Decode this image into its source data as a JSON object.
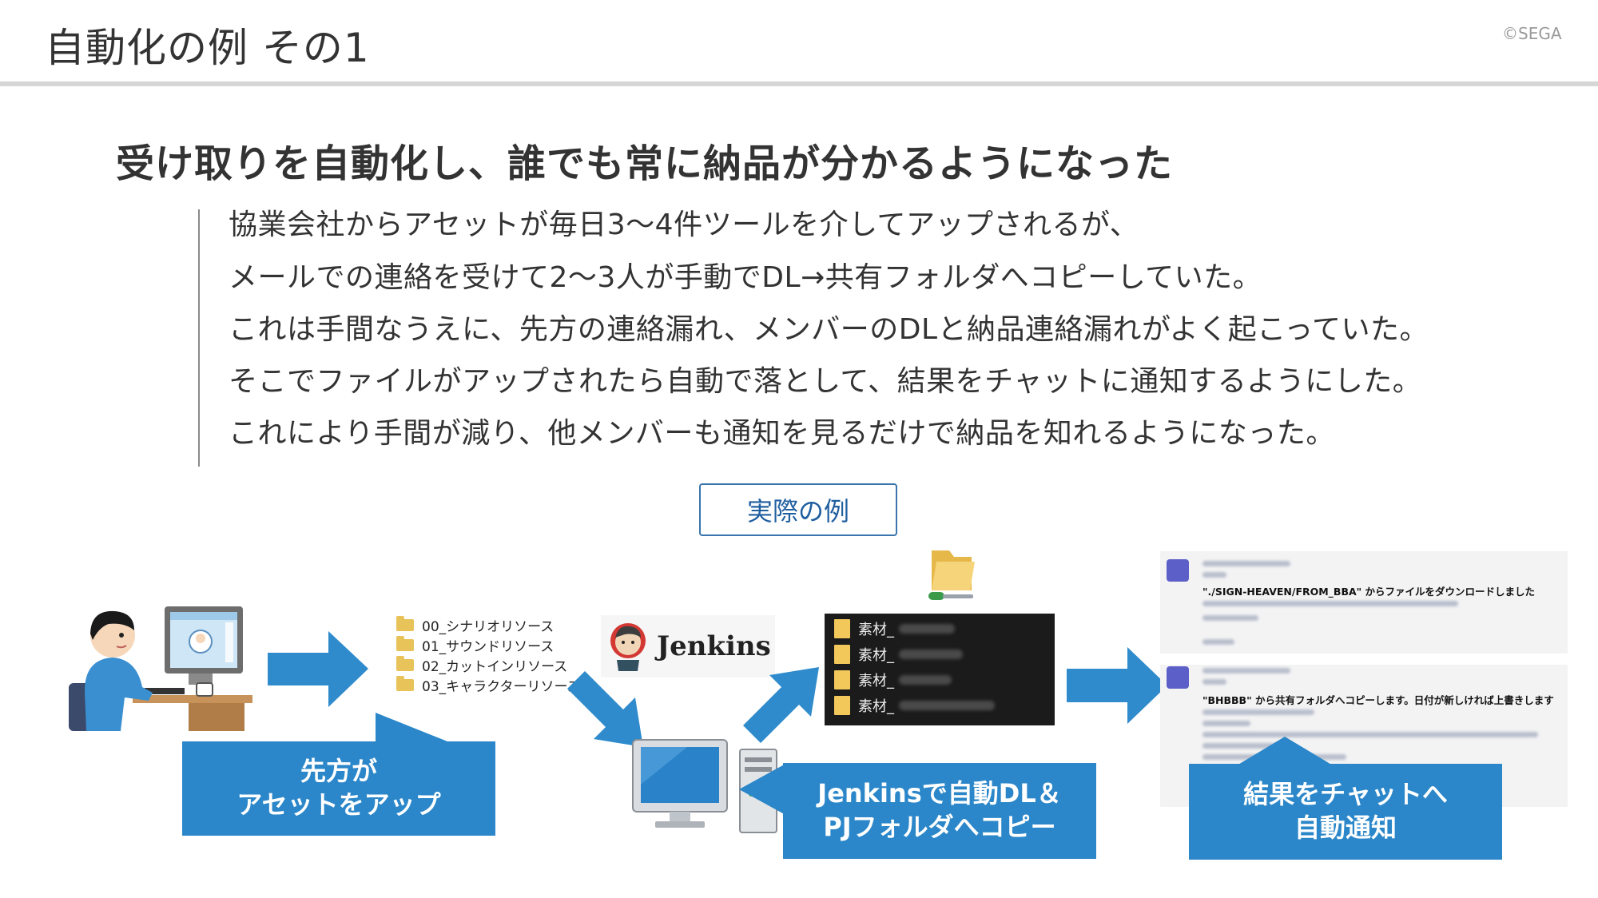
{
  "header": {
    "title": "自動化の例 その1",
    "copyright": "©SEGA"
  },
  "headline": "受け取りを自動化し、誰でも常に納品が分かるようになった",
  "body_lines": [
    "協業会社からアセットが毎日3～4件ツールを介してアップされるが、",
    "メールでの連絡を受けて2～3人が手動でDL→共有フォルダへコピーしていた。",
    "これは手間なうえに、先方の連絡漏れ、メンバーのDLと納品連絡漏れがよく起こっていた。",
    "そこでファイルがアップされたら自動で落として、結果をチャットに通知するようにした。",
    "これにより手間が減り、他メンバーも通知を見るだけで納品を知れるようになった。"
  ],
  "example_label": "実際の例",
  "file_list": [
    "00_シナリオリソース",
    "01_サウンドリソース",
    "02_カットインリソース",
    "03_キャラクターリソース"
  ],
  "jenkins_logo": "Jenkins",
  "dark_folders": [
    "素材_",
    "素材_",
    "素材_",
    "素材_"
  ],
  "chat": {
    "message_1": "\"./SIGN-HEAVEN/FROM_BBA\" からファイルをダウンロードしました",
    "message_2": "\"BHBBB\" から共有フォルダへコピーします。日付が新しければ上書きします"
  },
  "callouts": {
    "upload": [
      "先方が",
      "アセットをアップ"
    ],
    "jenkins": [
      "Jenkinsで自動DL＆",
      "PJフォルダへコピー"
    ],
    "notify": [
      "結果をチャットへ",
      "自動通知"
    ]
  },
  "colors": {
    "accent_blue": "#2b87c9",
    "arrow_blue": "#2f8bcc",
    "title_text": "#333333"
  }
}
